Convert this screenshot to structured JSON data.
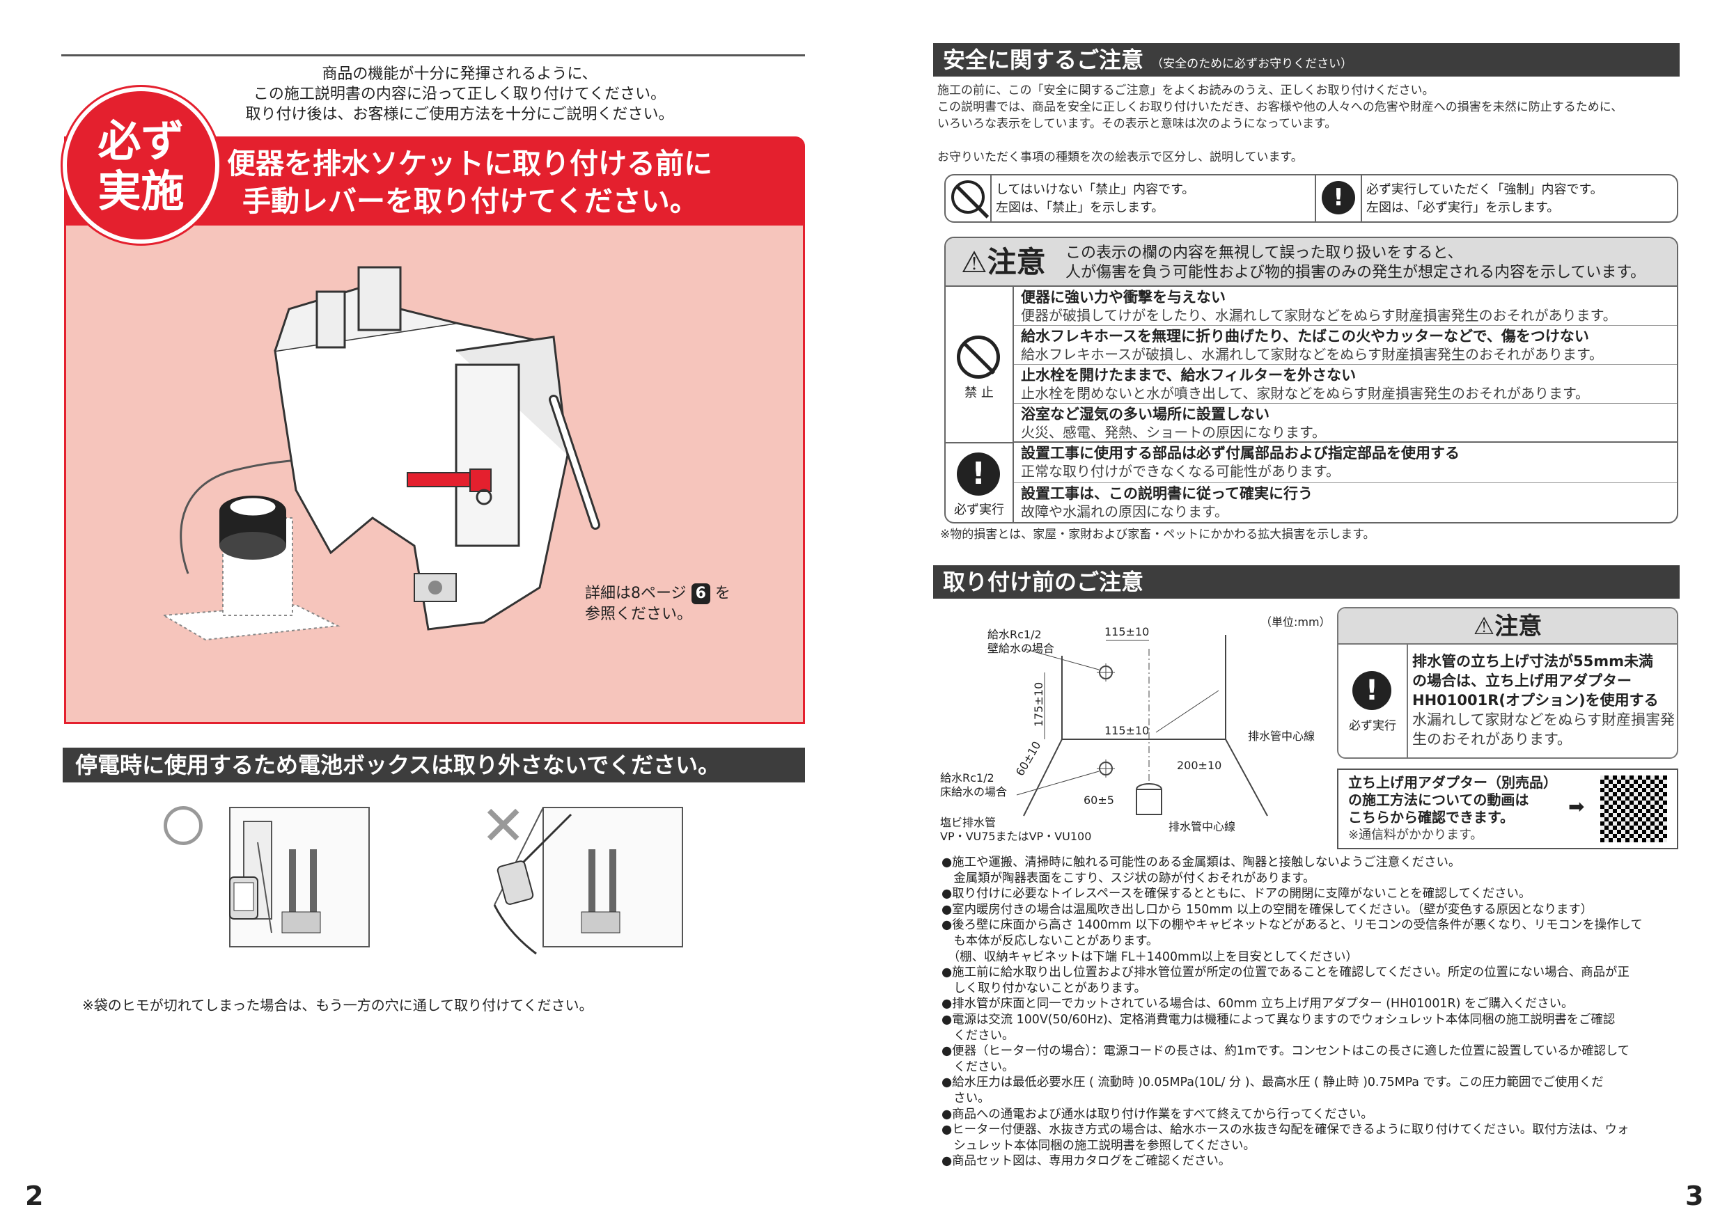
{
  "left": {
    "intro": [
      "商品の機能が十分に発揮されるように、",
      "この施工説明書の内容に沿って正しく取り付けてください。",
      "取り付け後は、お客様にご使用方法を十分にご説明ください。"
    ],
    "must_badge": [
      "必ず",
      "実施"
    ],
    "banner_title": [
      "便器を排水ソケットに取り付ける前に",
      "手動レバーを取り付けてください。"
    ],
    "detail_note_a": "詳細は8ページ",
    "detail_note_num": "6",
    "detail_note_b": "を",
    "detail_note_c": "参照ください。",
    "battery_title": "停電時に使用するため電池ボックスは取り外さないでください。",
    "footnote": "※袋のヒモが切れてしまった場合は、もう一方の穴に通して取り付けてください。",
    "page_number": "2"
  },
  "right": {
    "safety_title": "安全に関するご注意",
    "safety_sub": "（安全のために必ずお守りください）",
    "safety_intro": [
      "施工の前に、この「安全に関するご注意」をよくお読みのうえ、正しくお取り付けください。",
      "この説明書では、商品を安全に正しくお取り付けいただき、お客様や他の人々への危害や財産への損害を未然に防止するために、",
      "いろいろな表示をしています。その表示と意味は次のようになっています。"
    ],
    "symbol_intro": "お守りいただく事項の種類を次の絵表示で区分し、説明しています。",
    "symbols": {
      "prohibit_a": "してはいけない「禁止」内容です。",
      "prohibit_b": "左図は、「禁止」を示します。",
      "must_a": "必ず実行していただく「強制」内容です。",
      "must_b": "左図は、「必ず実行」を示します。"
    },
    "caution_title": "注意",
    "caution_desc": [
      "この表示の欄の内容を無視して誤った取り扱いをすると、",
      "人が傷害を負う可能性および物的損害のみの発生が想定される内容を示しています。"
    ],
    "prohibit_label": "禁 止",
    "must_label": "必ず実行",
    "cautions": [
      {
        "t": "便器に強い力や衝撃を与えない",
        "d": "便器が破損してけがをしたり、水漏れして家財などをぬらす財産損害発生のおそれがあります。"
      },
      {
        "t": "給水フレキホースを無理に折り曲げたり、たばこの火やカッターなどで、傷をつけない",
        "d": "給水フレキホースが破損し、水漏れして家財などをぬらす財産損害発生のおそれがあります。"
      },
      {
        "t": "止水栓を開けたままで、給水フィルターを外さない",
        "d": "止水栓を閉めないと水が噴き出して、家財などをぬらす財産損害発生のおそれがあります。"
      },
      {
        "t": "浴室など湿気の多い場所に設置しない",
        "d": "火災、感電、発熱、ショートの原因になります。"
      },
      {
        "t": "設置工事に使用する部品は必ず付属部品および指定部品を使用する",
        "d": "正常な取り付けができなくなる可能性があります。"
      },
      {
        "t": "設置工事は、この説明書に従って確実に行う",
        "d": "故障や水漏れの原因になります。"
      }
    ],
    "property_note": "※物的損害とは、家屋・家財および家畜・ペットにかかわる拡大損害を示します。",
    "prior_title": "取り付け前のご注意",
    "diagram": {
      "unit": "（単位:mm）",
      "wall_supply_a": "給水Rc1/2",
      "wall_supply_b": "壁給水の場合",
      "dim_115_top": "115±10",
      "dim_175": "175±10",
      "dim_115_mid": "115±10",
      "drain_center_right": "排水管中心線",
      "dim_60_10": "60±10",
      "floor_supply_a": "給水Rc1/2",
      "floor_supply_b": "床給水の場合",
      "dim_200": "200±10",
      "dim_60_5": "60±5",
      "pipe_a": "塩ビ排水管",
      "pipe_b": "VP・VU75またはVP・VU100",
      "drain_center_bottom": "排水管中心線"
    },
    "warn": {
      "title": "注意",
      "must_label": "必ず実行",
      "lines_bold": [
        "排水管の立ち上げ寸法が55mm未満",
        "の場合は、立ち上げ用アダプター",
        "HH01001R(オプション)を使用する"
      ],
      "lines_normal": [
        "水漏れして家財などをぬらす財産損害発",
        "生のおそれがあります。"
      ]
    },
    "video": {
      "lines": [
        "立ち上げ用アダプター（別売品）",
        "の施工方法についての動画は",
        "こちらから確認できます。"
      ],
      "note": "※通信料がかかります。"
    },
    "bullets": [
      "●施工や運搬、清掃時に触れる可能性のある金属類は、陶器と接触しないようご注意ください。",
      "　金属類が陶器表面をこすり、スジ状の跡が付くおそれがあります。",
      "●取り付けに必要なトイレスペースを確保するとともに、ドアの開閉に支障がないことを確認してください。",
      "●室内暖房付きの場合は温風吹き出し口から 150mm 以上の空間を確保してください。（壁が変色する原因となります）",
      "●後ろ壁に床面から高さ 1400mm 以下の棚やキャビネットなどがあると、リモコンの受信条件が悪くなり、リモコンを操作して",
      "　も本体が反応しないことがあります。",
      "　（棚、収納キャビネットは下端 FL＋1400mm以上を目安としてください）",
      "●施工前に給水取り出し位置および排水管位置が所定の位置であることを確認してください。所定の位置にない場合、商品が正",
      "　しく取り付かないことがあります。",
      "●排水管が床面と同一でカットされている場合は、60mm 立ち上げ用アダプター (HH01001R) をご購入ください。",
      "●電源は交流 100V(50/60Hz)、定格消費電力は機種によって異なりますのでウォシュレット本体同梱の施工説明書をご確認",
      "　ください。",
      "●便器（ヒーター付の場合）：電源コードの長さは、約1mです。コンセントはこの長さに適した位置に設置しているか確認して",
      "　ください。",
      "●給水圧力は最低必要水圧 ( 流動時 )0.05MPa(10L/ 分 )、最高水圧 ( 静止時 )0.75MPa です。この圧力範囲でご使用くだ",
      "　さい。",
      "●商品への通電および通水は取り付け作業をすべて終えてから行ってください。",
      "●ヒーター付便器、水抜き方式の場合は、給水ホースの水抜き勾配を確保できるように取り付けてください。取付方法は、ウォ",
      "　シュレット本体同梱の施工説明書を参照してください。",
      "●商品セット図は、専用カタログをご確認ください。"
    ],
    "page_number": "3"
  }
}
